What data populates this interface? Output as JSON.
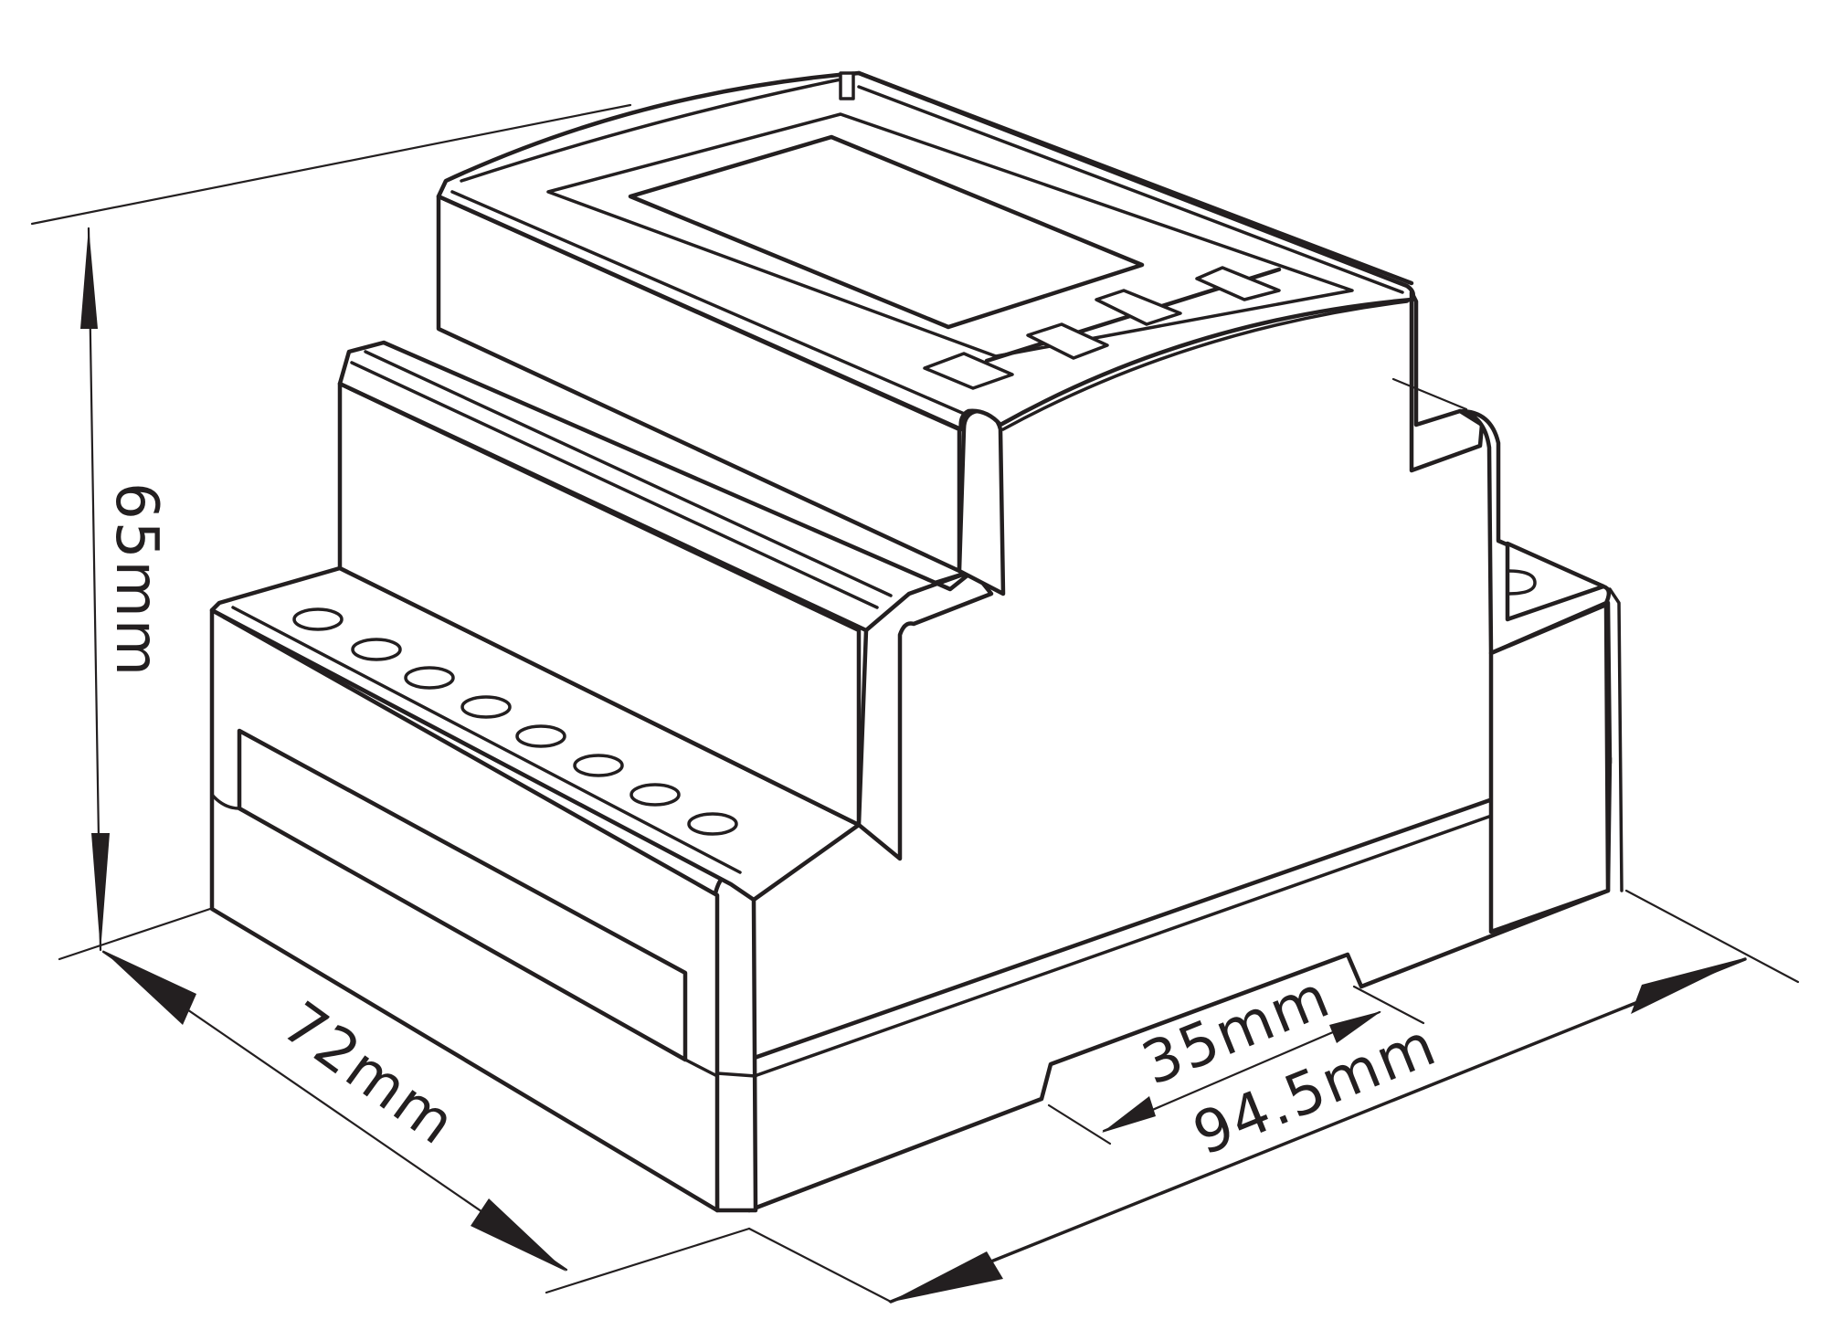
{
  "figure": {
    "subject": "DIN-rail mounted enclosure, isometric line drawing with dimensions",
    "line_color": "#231f20",
    "background": "#ffffff"
  },
  "dimensions": {
    "height": {
      "label": "65mm",
      "value": 65,
      "unit": "mm"
    },
    "depth": {
      "label": "72mm",
      "value": 72,
      "unit": "mm"
    },
    "width_total": {
      "label": "94.5mm",
      "value": 94.5,
      "unit": "mm"
    },
    "rail_width": {
      "label": "35mm",
      "value": 35,
      "unit": "mm"
    }
  },
  "features": {
    "terminal_screws_count": 8,
    "front_buttons_count": 4,
    "display_window": true
  }
}
